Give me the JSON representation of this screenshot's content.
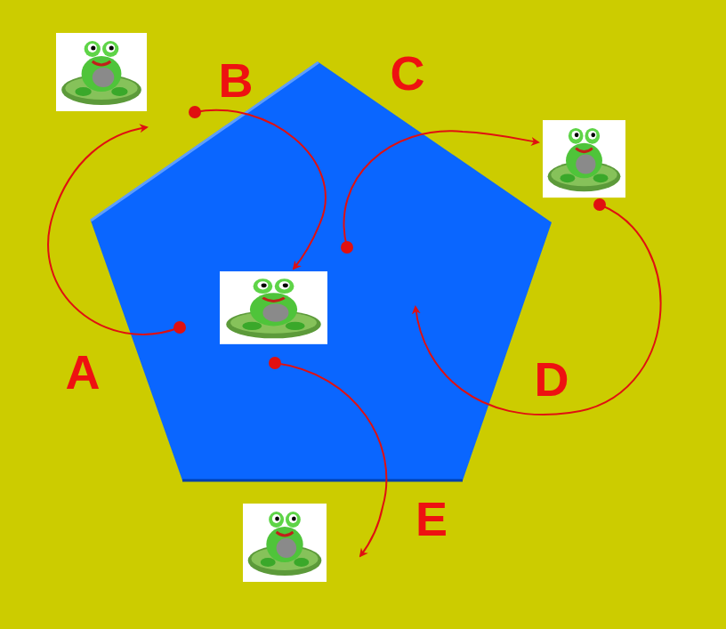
{
  "diagram": {
    "labels": [
      "B",
      "C",
      "A",
      "D",
      "E"
    ]
  }
}
